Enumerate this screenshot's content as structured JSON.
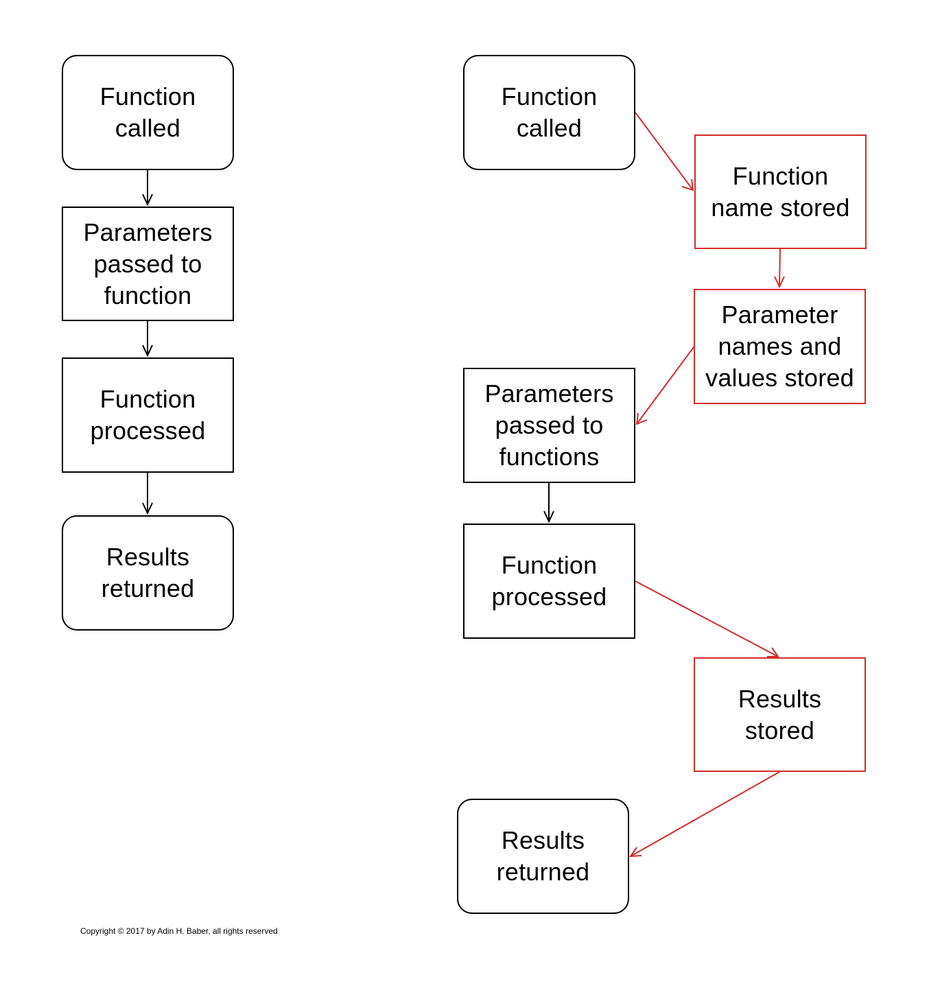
{
  "colors": {
    "existing_step": "#000000",
    "added_step": "#d62a2a",
    "background": "#ffffff"
  },
  "original_flow": {
    "steps": [
      {
        "label": "Function\ncalled",
        "shape": "rounded"
      },
      {
        "label": "Parameters\npassed to\nfunction",
        "shape": "rectangle"
      },
      {
        "label": "Function\nprocessed",
        "shape": "rectangle"
      },
      {
        "label": "Results\nreturned",
        "shape": "rounded"
      }
    ]
  },
  "augmented_flow": {
    "steps": [
      {
        "label": "Function\ncalled",
        "shape": "rounded",
        "added": false
      },
      {
        "label": "Function\nname stored",
        "shape": "rectangle",
        "added": true
      },
      {
        "label": "Parameter\nnames and\nvalues stored",
        "shape": "rectangle",
        "added": true
      },
      {
        "label": "Parameters\npassed to\nfunctions",
        "shape": "rectangle",
        "added": false
      },
      {
        "label": "Function\nprocessed",
        "shape": "rectangle",
        "added": false
      },
      {
        "label": "Results\nstored",
        "shape": "rectangle",
        "added": true
      },
      {
        "label": "Results\nreturned",
        "shape": "rounded",
        "added": false
      }
    ]
  },
  "footer": {
    "copyright": "Copyright © 2017 by Adin H. Baber, all rights reserved"
  }
}
